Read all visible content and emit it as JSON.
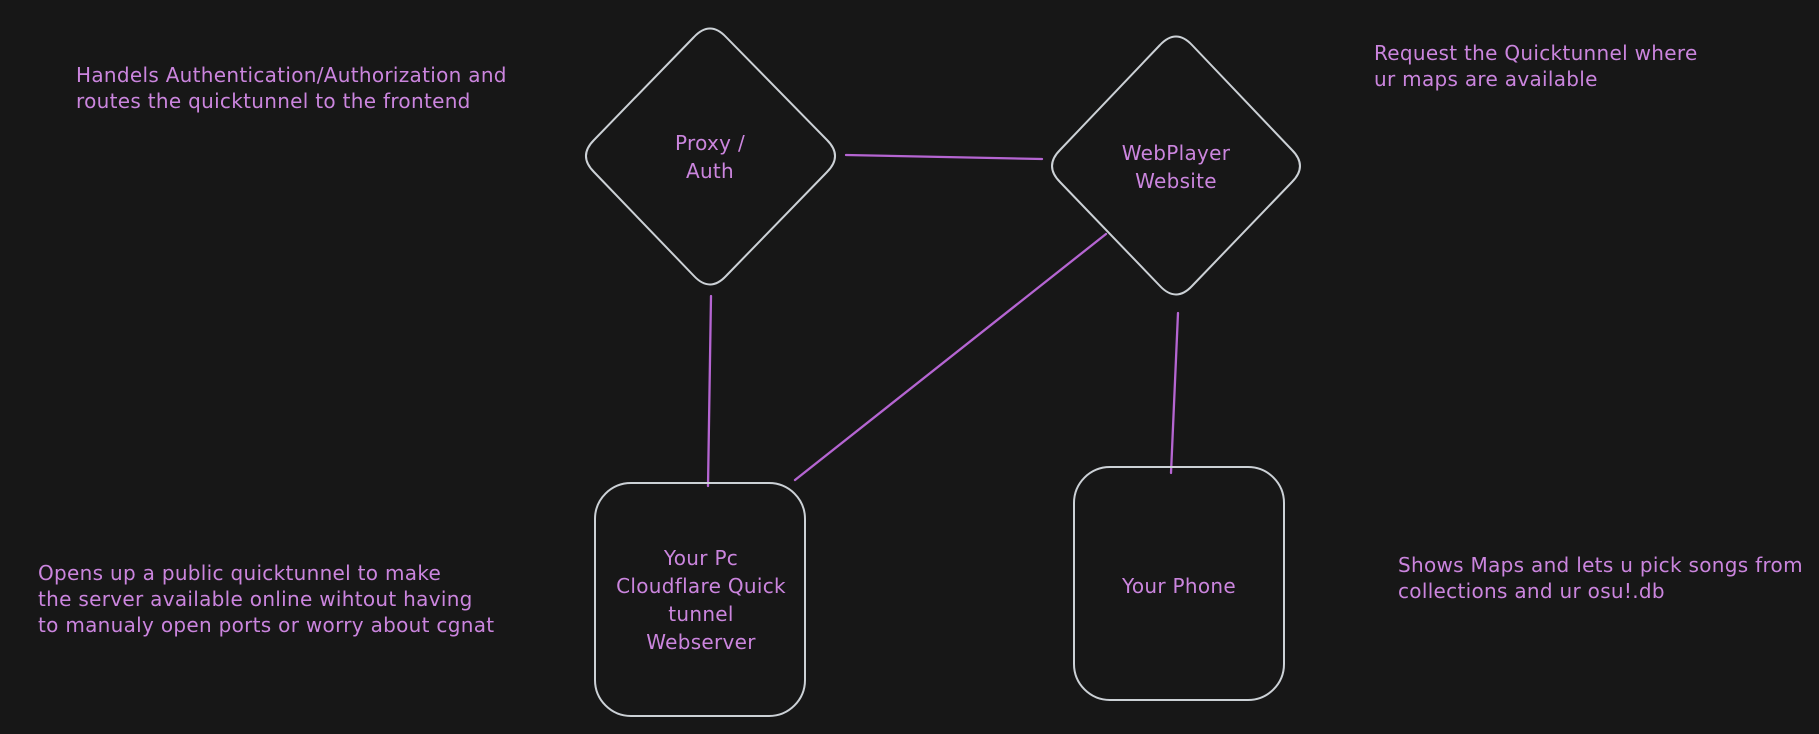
{
  "colors": {
    "background": "#171717",
    "node_stroke": "#ccd1d6",
    "connector": "#b565d2",
    "text": "#cb85de"
  },
  "nodes": [
    {
      "id": "proxy-auth",
      "shape": "diamond",
      "label": "Proxy /\nAuth"
    },
    {
      "id": "webplayer-website",
      "shape": "diamond",
      "label": "WebPlayer\nWebsite"
    },
    {
      "id": "your-pc-webserver",
      "shape": "rounded-rectangle",
      "label": "Your Pc\nCloudflare Quick\ntunnel\nWebserver"
    },
    {
      "id": "your-phone",
      "shape": "rounded-rectangle",
      "label": "Your Phone"
    }
  ],
  "edges": [
    {
      "from": "proxy-auth",
      "to": "webplayer-website"
    },
    {
      "from": "proxy-auth",
      "to": "your-pc-webserver"
    },
    {
      "from": "webplayer-website",
      "to": "your-pc-webserver"
    },
    {
      "from": "webplayer-website",
      "to": "your-phone"
    }
  ],
  "annotations": {
    "top_left": "Handels Authentication/Authorization and\nroutes the quicktunnel to the frontend",
    "top_right": "Request the Quicktunnel where\nur maps are available",
    "bottom_left": "Opens up a public quicktunnel to make\nthe server available online wihtout having\nto manualy open ports or worry about cgnat",
    "bottom_right": "Shows Maps and lets u pick songs from\ncollections and ur osu!.db"
  }
}
